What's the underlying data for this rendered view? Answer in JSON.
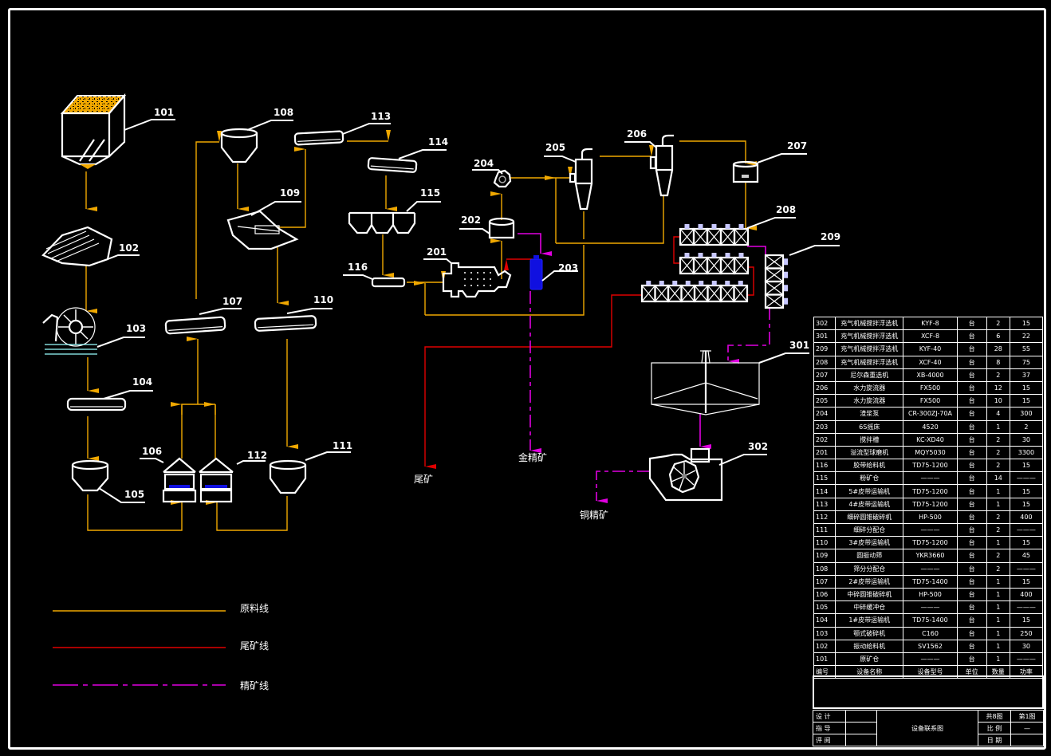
{
  "drawing": {
    "title": "设备联系图",
    "colors": {
      "background": "#000000",
      "equipment": "#ffffff",
      "feed_line": "#f0a800",
      "tailings_line": "#e00000",
      "concentrate_line": "#e000e0",
      "accent_blue": "#1010e0"
    }
  },
  "equipment_tags": {
    "t101": "101",
    "t102": "102",
    "t103": "103",
    "t104": "104",
    "t105": "105",
    "t106": "106",
    "t107": "107",
    "t108": "108",
    "t109": "109",
    "t110": "110",
    "t111": "111",
    "t112": "112",
    "t113": "113",
    "t114": "114",
    "t115": "115",
    "t116": "116",
    "t201": "201",
    "t202": "202",
    "t203": "203",
    "t204": "204",
    "t205": "205",
    "t206": "206",
    "t207": "207",
    "t208": "208",
    "t209": "209",
    "t301": "301",
    "t302": "302"
  },
  "outputs": {
    "tailings": "尾矿",
    "gold_concentrate": "金精矿",
    "copper_concentrate": "铜精矿"
  },
  "legend": [
    {
      "label": "原料线",
      "color": "#f0a800",
      "style": "solid"
    },
    {
      "label": "尾矿线",
      "color": "#e00000",
      "style": "solid"
    },
    {
      "label": "精矿线",
      "color": "#e000e0",
      "style": "dash-dot"
    }
  ],
  "equipment_table": {
    "header": [
      "编号",
      "设备名称",
      "设备型号",
      "单位",
      "数量",
      "功率"
    ],
    "rows": [
      [
        "302",
        "充气机械搅拌浮选机",
        "KYF-8",
        "台",
        "2",
        "15"
      ],
      [
        "301",
        "充气机械搅拌浮选机",
        "XCF-8",
        "台",
        "6",
        "22"
      ],
      [
        "209",
        "充气机械搅拌浮选机",
        "KYF-40",
        "台",
        "28",
        "55"
      ],
      [
        "208",
        "充气机械搅拌浮选机",
        "XCF-40",
        "台",
        "8",
        "75"
      ],
      [
        "207",
        "尼尔森重选机",
        "XB-4000",
        "台",
        "2",
        "37"
      ],
      [
        "206",
        "水力旋流器",
        "FX500",
        "台",
        "12",
        "15"
      ],
      [
        "205",
        "水力旋流器",
        "FX500",
        "台",
        "10",
        "15"
      ],
      [
        "204",
        "渣浆泵",
        "CR-300ZJ-70A",
        "台",
        "4",
        "300"
      ],
      [
        "203",
        "6S摇床",
        "4520",
        "台",
        "1",
        "2"
      ],
      [
        "202",
        "搅拌槽",
        "KC-XD40",
        "台",
        "2",
        "30"
      ],
      [
        "201",
        "溢流型球磨机",
        "MQY5030",
        "台",
        "2",
        "3300"
      ],
      [
        "116",
        "胶带给料机",
        "TD75-1200",
        "台",
        "2",
        "15"
      ],
      [
        "115",
        "粉矿仓",
        "———",
        "台",
        "14",
        "———"
      ],
      [
        "114",
        "5#皮带运输机",
        "TD75-1200",
        "台",
        "1",
        "15"
      ],
      [
        "113",
        "4#皮带运输机",
        "TD75-1200",
        "台",
        "1",
        "15"
      ],
      [
        "112",
        "细碎圆锥破碎机",
        "HP-500",
        "台",
        "2",
        "400"
      ],
      [
        "111",
        "细碎分配仓",
        "———",
        "台",
        "2",
        "———"
      ],
      [
        "110",
        "3#皮带运输机",
        "TD75-1200",
        "台",
        "1",
        "15"
      ],
      [
        "109",
        "圆振动筛",
        "YKR3660",
        "台",
        "2",
        "45"
      ],
      [
        "108",
        "筛分分配仓",
        "———",
        "台",
        "2",
        "———"
      ],
      [
        "107",
        "2#皮带运输机",
        "TD75-1400",
        "台",
        "1",
        "15"
      ],
      [
        "106",
        "中碎圆锥破碎机",
        "HP-500",
        "台",
        "1",
        "400"
      ],
      [
        "105",
        "中碎缓冲仓",
        "———",
        "台",
        "1",
        "———"
      ],
      [
        "104",
        "1#皮带运输机",
        "TD75-1400",
        "台",
        "1",
        "15"
      ],
      [
        "103",
        "颚式破碎机",
        "C160",
        "台",
        "1",
        "250"
      ],
      [
        "102",
        "振动给料机",
        "SV1562",
        "台",
        "1",
        "30"
      ],
      [
        "101",
        "原矿仓",
        "———",
        "台",
        "1",
        "———"
      ]
    ]
  },
  "title_block": {
    "design": "设 计",
    "guide": "指 导",
    "review": "评 阅",
    "drawing_name": "设备联系图",
    "sheet_total": "共8图",
    "sheet_no": "第1图",
    "scale_label": "比 例",
    "scale_value": "—",
    "date_label": "日 期"
  }
}
